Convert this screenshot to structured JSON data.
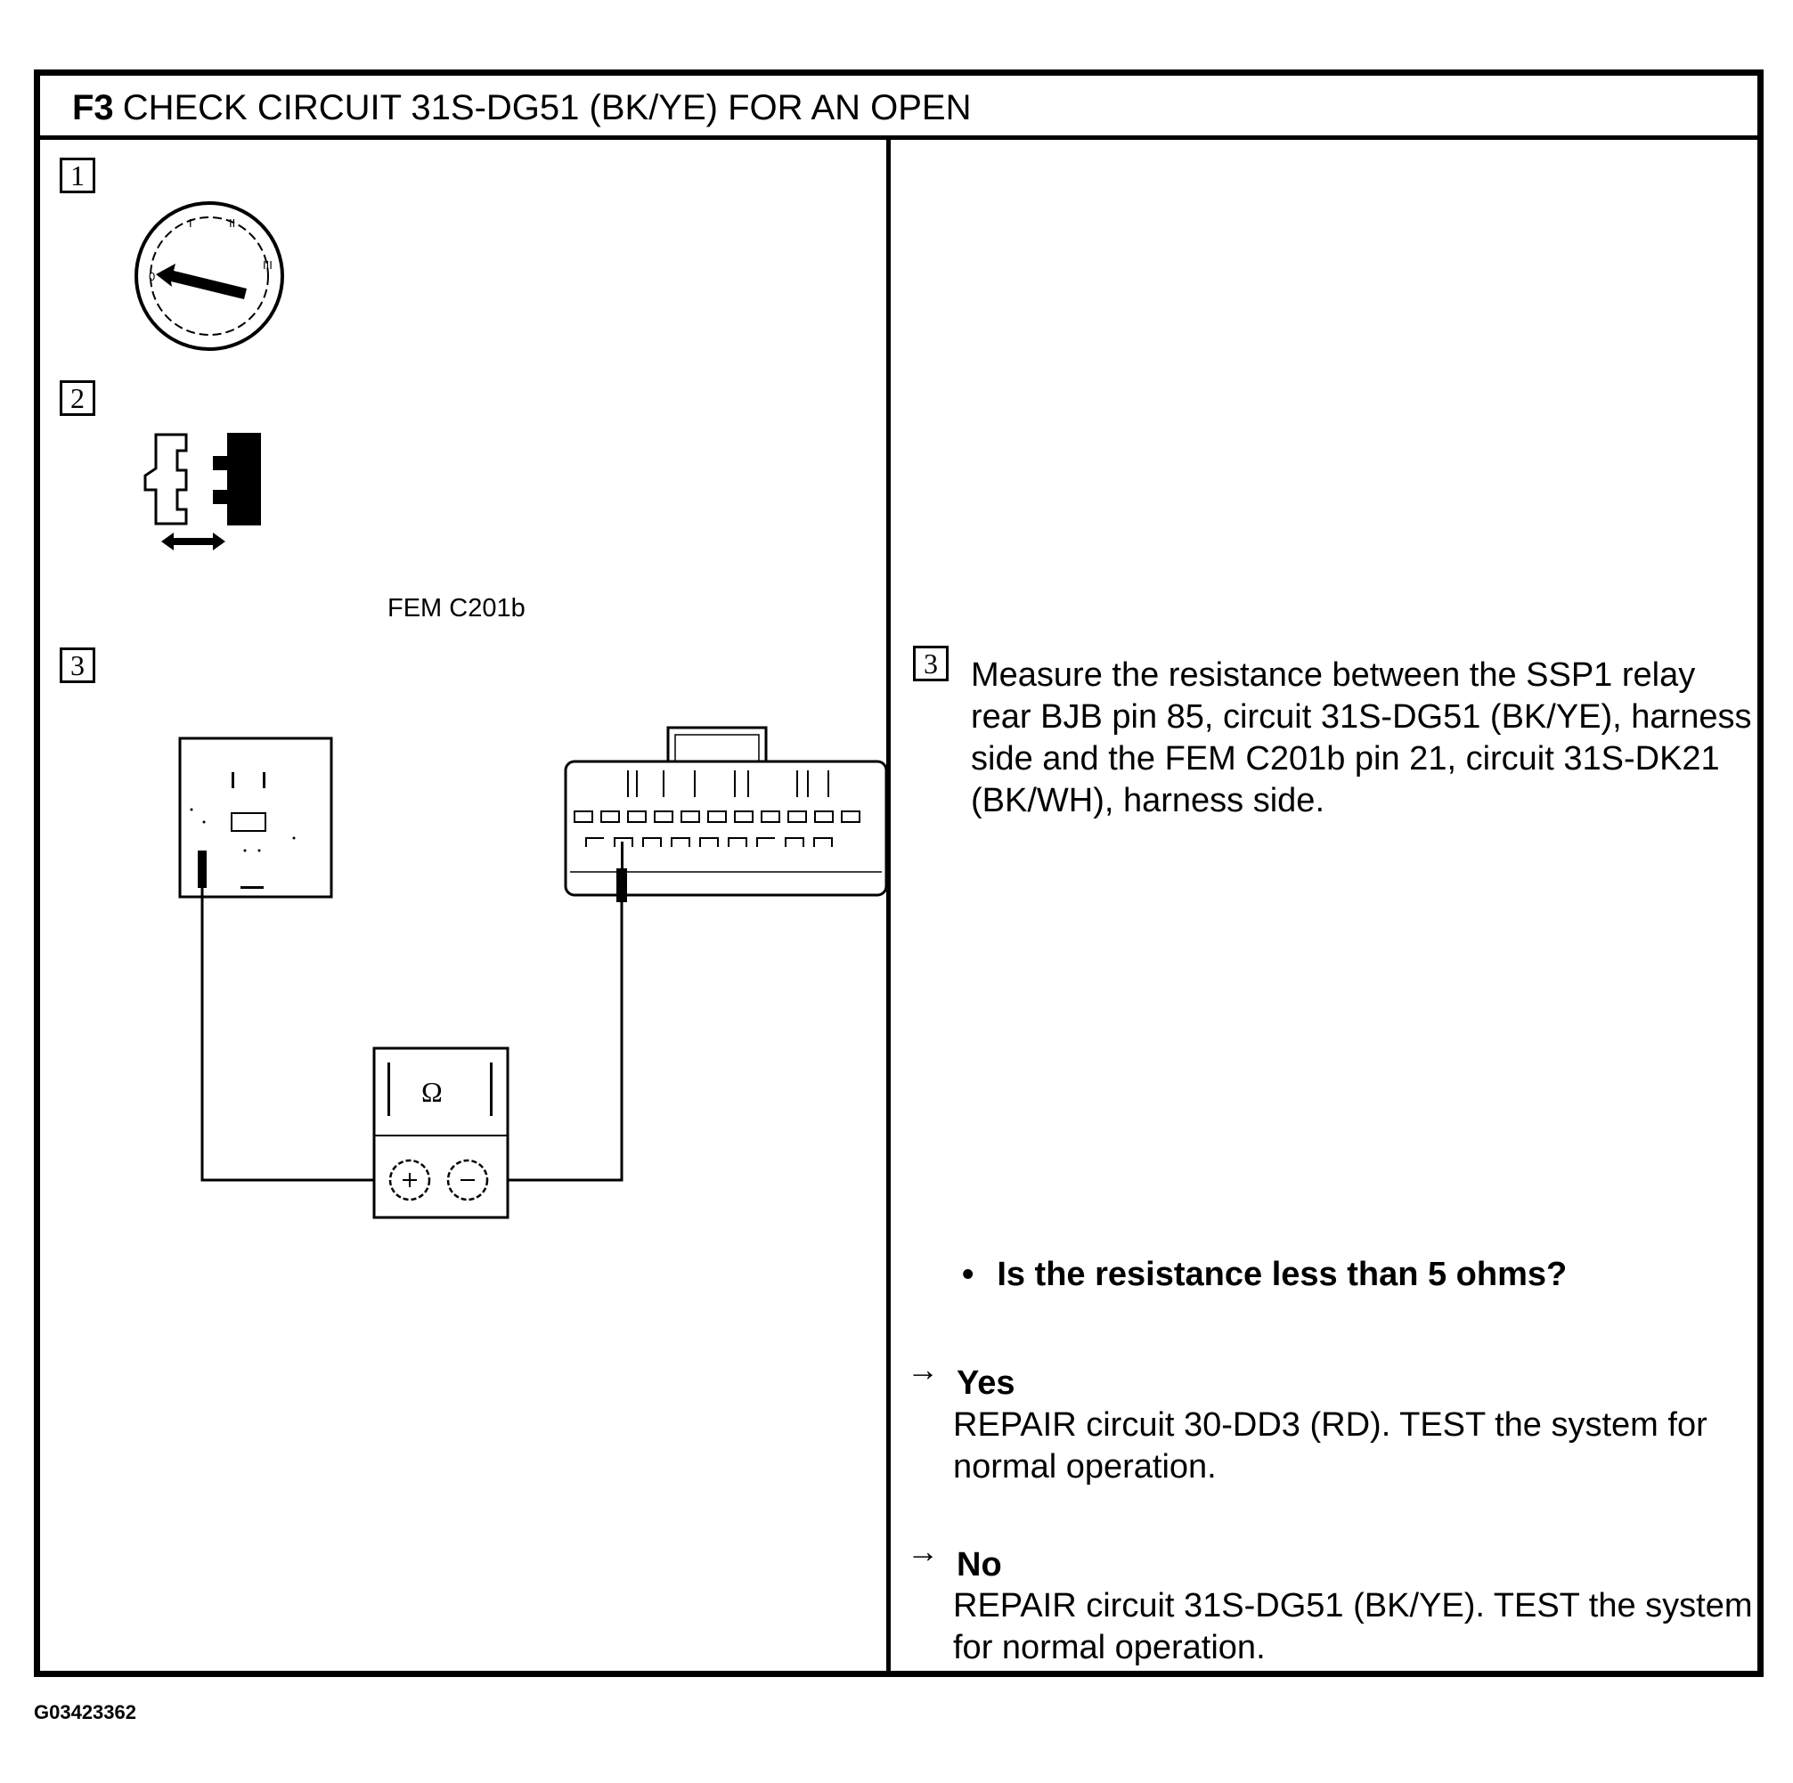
{
  "header": {
    "step_code": "F3",
    "title": "CHECK CIRCUIT 31S-DG51 (BK/YE) FOR AN OPEN"
  },
  "left_panel": {
    "steps": [
      {
        "number": "1",
        "icon": "ignition-key-icon"
      },
      {
        "number": "2",
        "icon": "connector-disconnect-icon"
      },
      {
        "number": "3",
        "icon": "ohmmeter-measurement-diagram"
      }
    ],
    "connector_label": "FEM C201b",
    "meter_symbol": "Ω"
  },
  "right_panel": {
    "step_number": "3",
    "instruction": "Measure the resistance between the SSP1 relay rear BJB pin 85, circuit 31S-DG51 (BK/YE), harness side and the FEM C201b pin 21, circuit 31S-DK21 (BK/WH), harness side.",
    "question": "Is the resistance less than 5 ohms?",
    "answers": [
      {
        "label": "Yes",
        "arrow": "→",
        "text": "REPAIR circuit 30-DD3 (RD). TEST the system for normal operation."
      },
      {
        "label": "No",
        "arrow": "→",
        "text": "REPAIR circuit 31S-DG51 (BK/YE). TEST the system for normal operation."
      }
    ]
  },
  "figure_id": "G03423362"
}
